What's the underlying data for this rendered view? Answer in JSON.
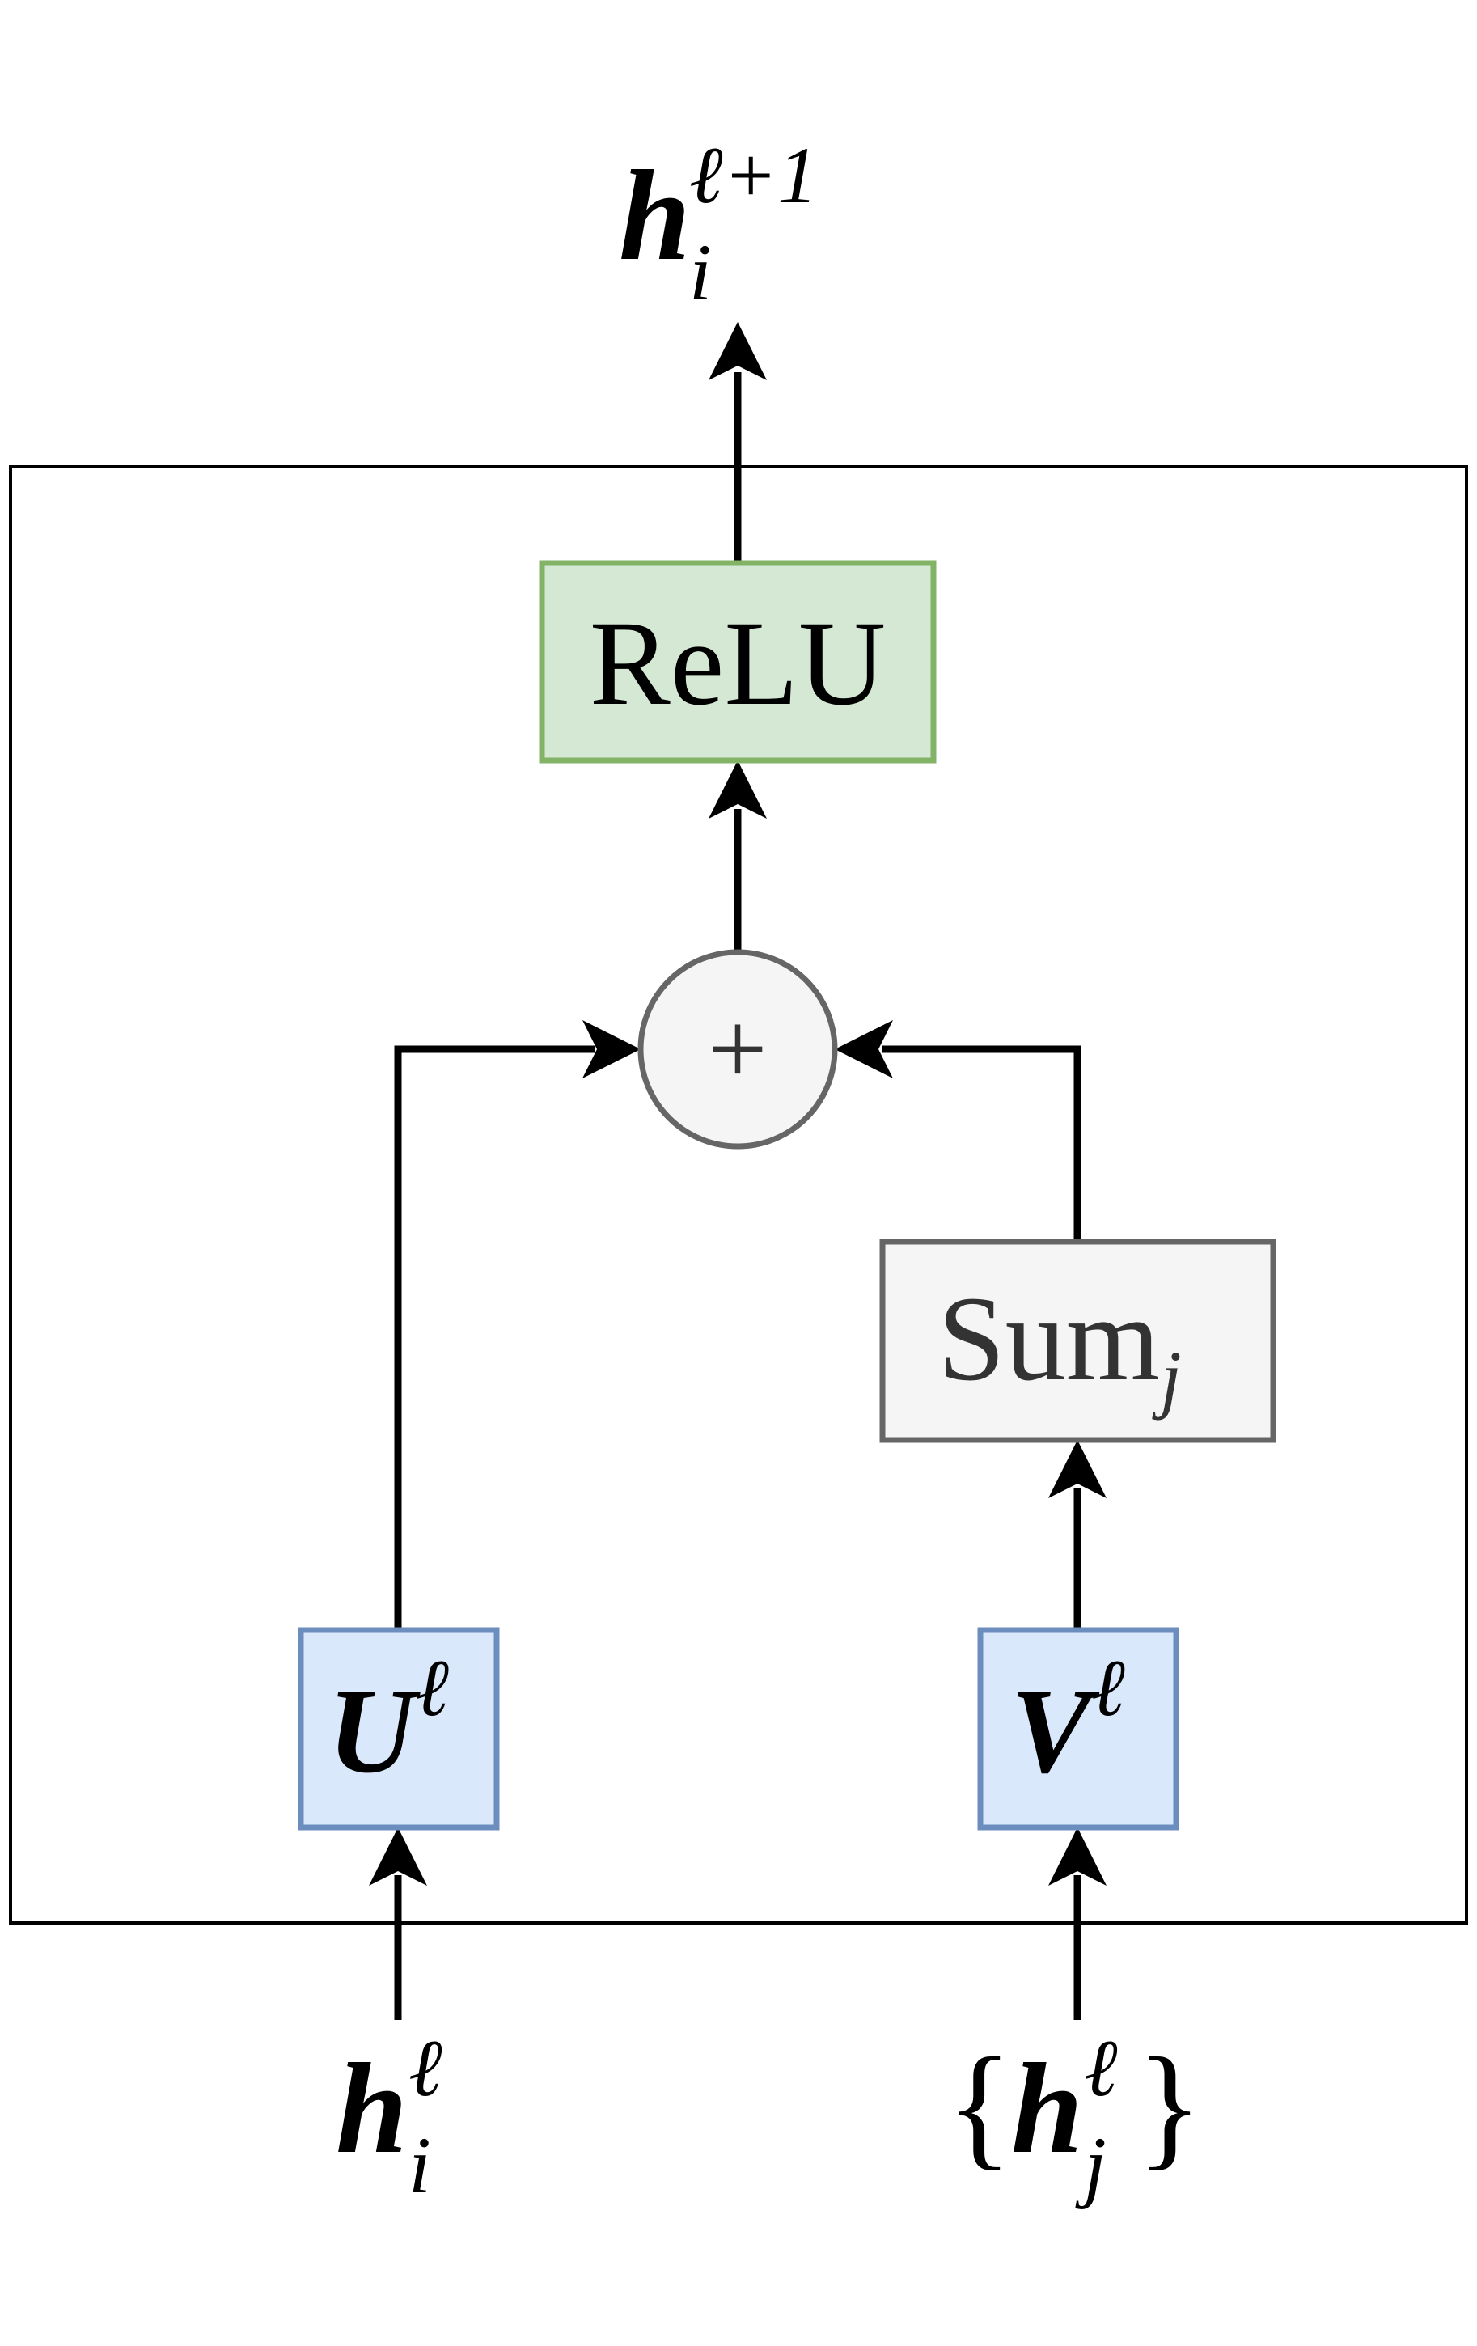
{
  "output": {
    "base": "h",
    "sub": "i",
    "sup": "ℓ+1"
  },
  "relu": {
    "label": "ReLU",
    "fill": "#d5e8d4",
    "stroke": "#82b366"
  },
  "adder": {
    "symbol": "+",
    "fill": "#f5f5f5",
    "stroke": "#666666"
  },
  "sum": {
    "label": "Sum",
    "sub": "j",
    "fill": "#f5f5f5",
    "stroke": "#666666"
  },
  "u_block": {
    "base": "U",
    "sup": "ℓ",
    "fill": "#dae8fc",
    "stroke": "#6c8ebf"
  },
  "v_block": {
    "base": "V",
    "sup": "ℓ",
    "fill": "#dae8fc",
    "stroke": "#6c8ebf"
  },
  "input_self": {
    "base": "h",
    "sub": "i",
    "sup": "ℓ"
  },
  "input_neighbors": {
    "open": "{",
    "base": "h",
    "sub": "j",
    "sup": "ℓ",
    "close": "}"
  }
}
